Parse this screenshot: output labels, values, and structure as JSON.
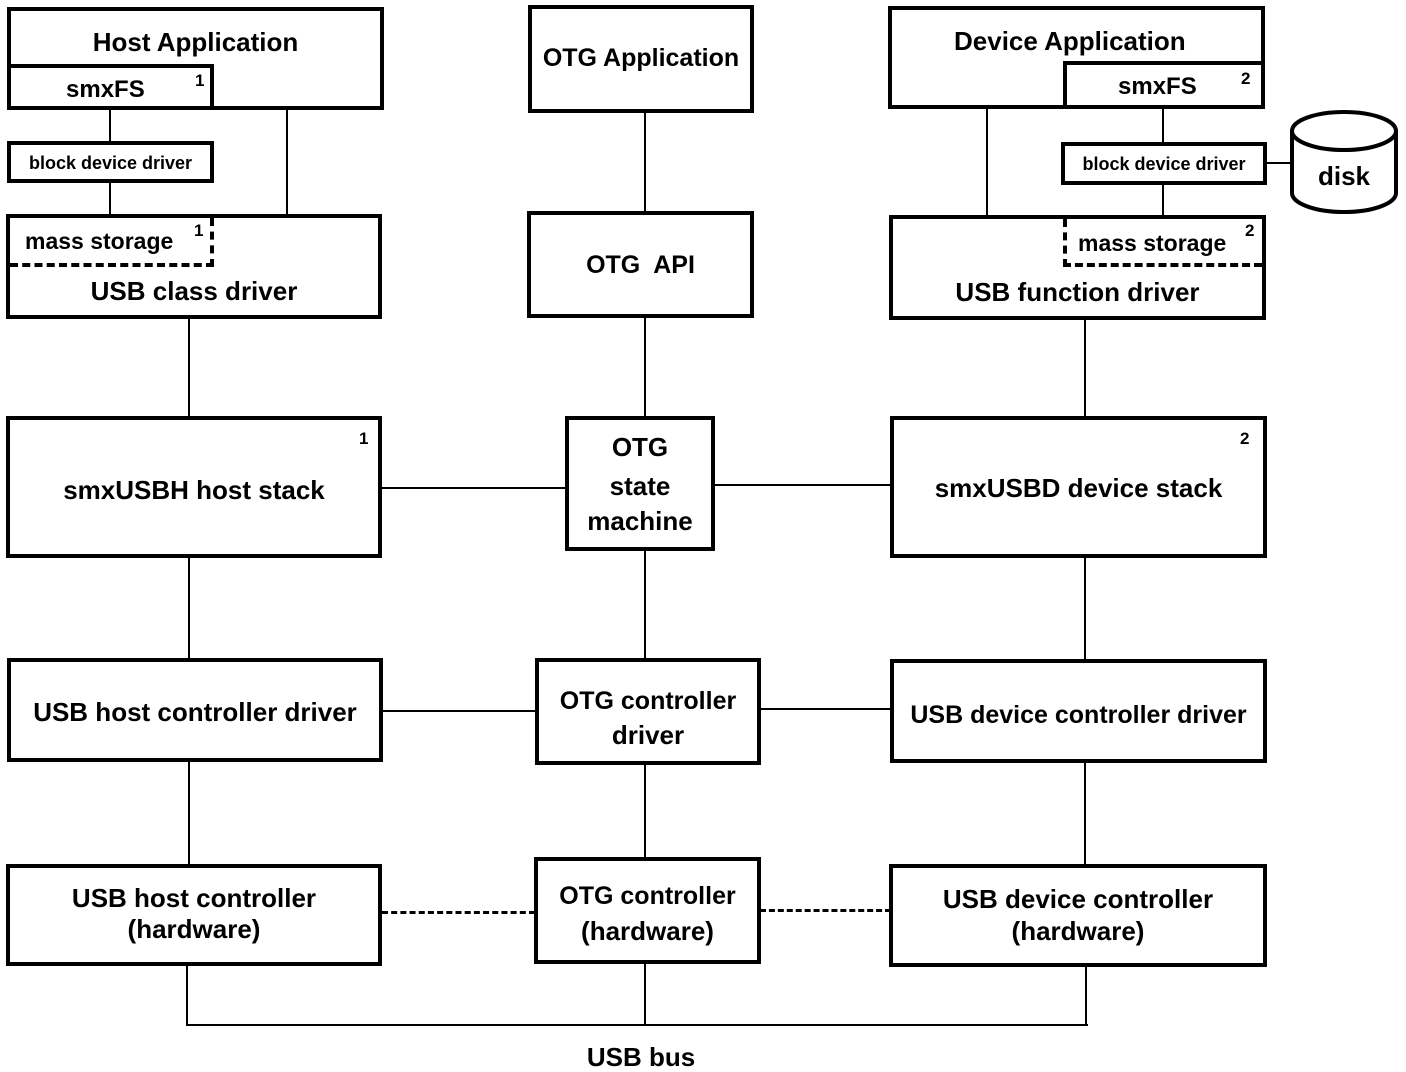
{
  "host": {
    "application": "Host Application",
    "smxfs": "smxFS",
    "smxfs_note": "1",
    "block_driver": "block device driver",
    "mass_storage": "mass storage",
    "mass_storage_note": "1",
    "class_driver": "USB class driver",
    "stack": "smxUSBH host stack",
    "stack_note": "1",
    "controller_driver": "USB host controller driver",
    "controller_line1": "USB host controller",
    "controller_line2": "(hardware)"
  },
  "otg": {
    "application": "OTG Application",
    "api": "OTG  API",
    "state_line1": "OTG",
    "state_line2": "state",
    "state_line3": "machine",
    "driver_line1": "OTG controller",
    "driver_line2": "driver",
    "hw_line1": "OTG controller",
    "hw_line2": "(hardware)"
  },
  "device": {
    "application": "Device Application",
    "smxfs": "smxFS",
    "smxfs_note": "2",
    "block_driver": "block device driver",
    "disk": "disk",
    "mass_storage": "mass storage",
    "mass_storage_note": "2",
    "function_driver": "USB function driver",
    "stack": "smxUSBD device stack",
    "stack_note": "2",
    "controller_driver": "USB device controller driver",
    "controller_line1": "USB device controller",
    "controller_line2": "(hardware)"
  },
  "bus": {
    "label": "USB bus"
  }
}
